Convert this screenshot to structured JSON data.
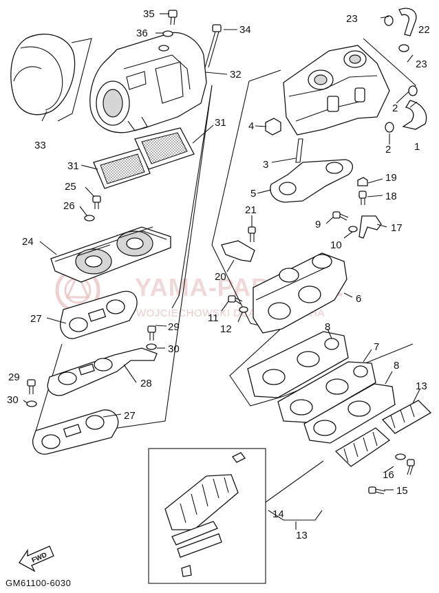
{
  "diagram": {
    "code": "GM61100-6030",
    "fwd_label": "FWD",
    "watermark": {
      "brand": "YAMA-PARTS.PL",
      "owner": "WOJCIECHOWSKI DEALER YAMAHA"
    },
    "callouts": {
      "c1": "1",
      "c2a": "2",
      "c2b": "2",
      "c3": "3",
      "c4": "4",
      "c5": "5",
      "c6": "6",
      "c7": "7",
      "c8a": "8",
      "c8b": "8",
      "c9": "9",
      "c10": "10",
      "c11": "11",
      "c12": "12",
      "c13a": "13",
      "c13b": "13",
      "c14": "14",
      "c15": "15",
      "c16": "16",
      "c17": "17",
      "c18": "18",
      "c19": "19",
      "c20": "20",
      "c21": "21",
      "c22": "22",
      "c23a": "23",
      "c23b": "23",
      "c24": "24",
      "c25": "25",
      "c26": "26",
      "c27a": "27",
      "c27b": "27",
      "c28": "28",
      "c29a": "29",
      "c29b": "29",
      "c30a": "30",
      "c30b": "30",
      "c31a": "31",
      "c31b": "31",
      "c32": "32",
      "c33": "33",
      "c34": "34",
      "c35": "35",
      "c36": "36"
    }
  }
}
